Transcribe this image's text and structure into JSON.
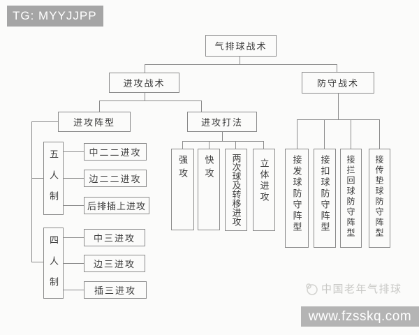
{
  "badge": {
    "text": "TG: MYYJJPP"
  },
  "diagram": {
    "root": "气排球战术",
    "offense": {
      "label": "进攻战术",
      "formation": {
        "label": "进攻阵型",
        "five": {
          "label": "五人制",
          "items": [
            "中二二进攻",
            "边二二进攻",
            "后排插上进攻"
          ]
        },
        "four": {
          "label": "四人制",
          "items": [
            "中三进攻",
            "边三进攻",
            "插三进攻"
          ]
        }
      },
      "methods": {
        "label": "进攻打法",
        "items": [
          "强攻",
          "快攻",
          "两次球及转移进攻",
          "立体进攻"
        ]
      }
    },
    "defense": {
      "label": "防守战术",
      "items": [
        "接发球防守阵型",
        "接扣球防守阵型",
        "接拦回球防守阵型",
        "接传垫球防守阵型"
      ]
    }
  },
  "watermark": {
    "brand": "中国老年气排球",
    "site": "www.fzsskq.com"
  },
  "colors": {
    "badge_bg": "#a5a5a5",
    "url_bar_bg": "#b4b4b4",
    "line": "#8a8a8a",
    "box_text": "#3b3b3b",
    "watermark_text": "#c8c8c5",
    "background": "#fbfbfa"
  }
}
